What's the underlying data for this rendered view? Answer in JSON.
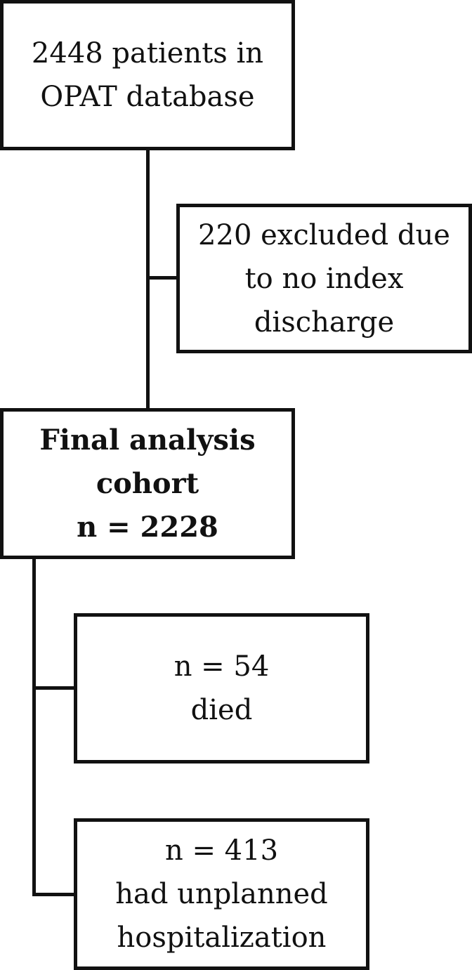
{
  "diagram": {
    "boxes": {
      "source": {
        "lines": [
          "2448 patients in",
          "OPAT database"
        ]
      },
      "excluded": {
        "lines": [
          "220 excluded due",
          "to no index",
          "discharge"
        ]
      },
      "cohort": {
        "lines": [
          "Final analysis",
          "cohort",
          "n = 2228"
        ]
      },
      "died": {
        "lines": [
          "n = 54",
          "died"
        ]
      },
      "hospitalized": {
        "lines": [
          "n = 413",
          "had unplanned",
          "hospitalization"
        ]
      }
    }
  }
}
